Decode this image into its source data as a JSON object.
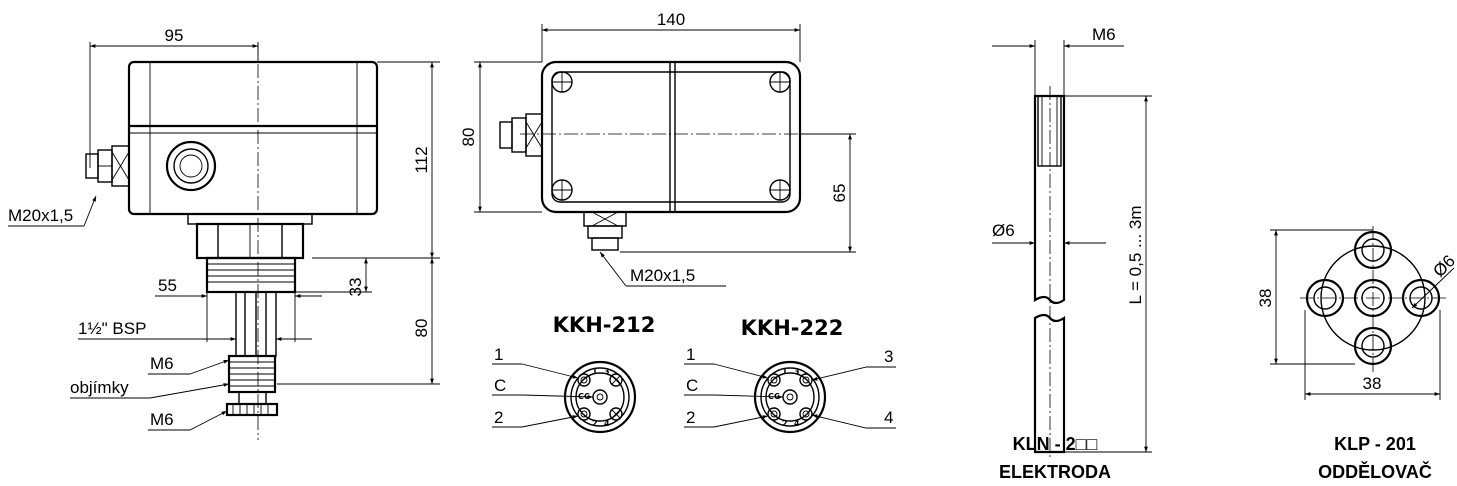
{
  "side_view": {
    "dim_width": "95",
    "dim_height": "112",
    "dim_thread": "33",
    "dim_bottom": "80",
    "dim_body": "55",
    "label_gland": "M20x1,5",
    "label_bsp": "1½\" BSP",
    "label_m6_top": "M6",
    "label_sleeves": "objímky",
    "label_m6_bottom": "M6"
  },
  "top_view": {
    "dim_width": "140",
    "dim_height": "80",
    "dim_offset": "65",
    "label_gland": "M20x1,5"
  },
  "connectors": [
    {
      "title": "KKH-212",
      "labels_left": [
        "1",
        "C",
        "2"
      ],
      "labels_right": []
    },
    {
      "title": "KKH-222",
      "labels_left": [
        "1",
        "C",
        "2"
      ],
      "labels_right": [
        "3",
        "4"
      ]
    }
  ],
  "pin_marks": [
    "1",
    "3",
    "C",
    "C",
    "2",
    "4"
  ],
  "electrode": {
    "label_thread": "M6",
    "label_diameter": "Ø6",
    "label_length": "L = 0,5 ... 3m",
    "caption_line1": "KLN - 2□□",
    "caption_line2": "ELEKTRODA"
  },
  "separator": {
    "label_height": "38",
    "label_width": "38",
    "label_diameter": "Ø6",
    "caption_line1": "KLP - 201",
    "caption_line2": "ODDĚLOVAČ"
  }
}
